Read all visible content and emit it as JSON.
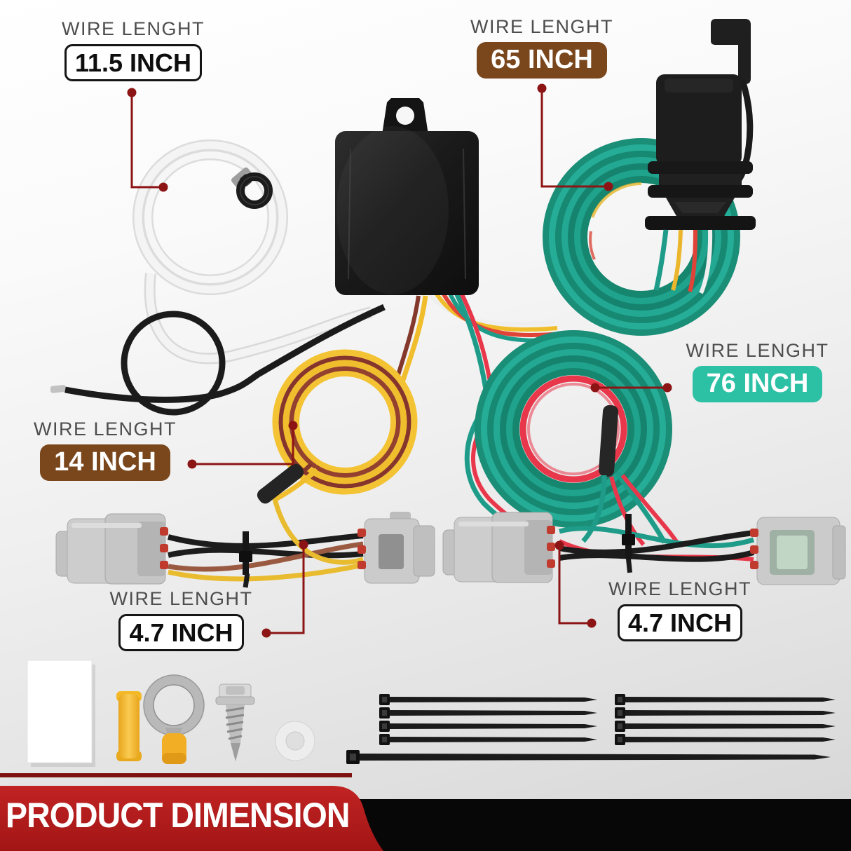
{
  "banner": {
    "text": "PRODUCT DIMENSION",
    "bg_color": "#B01C1C",
    "text_color": "#FFFFFF"
  },
  "labels": {
    "wire_11_5": {
      "title": "WIRE LENGHT",
      "value": "11.5 INCH",
      "style": "outline"
    },
    "wire_65": {
      "title": "WIRE LENGHT",
      "value": "65 INCH",
      "style": "brown"
    },
    "wire_76": {
      "title": "WIRE LENGHT",
      "value": "76 INCH",
      "style": "teal"
    },
    "wire_14": {
      "title": "WIRE LENGHT",
      "value": "14 INCH",
      "style": "brown"
    },
    "wire_4_7_left": {
      "title": "WIRE LENGHT",
      "value": "4.7 INCH",
      "style": "outline"
    },
    "wire_4_7_right": {
      "title": "WIRE LENGHT",
      "value": "4.7 INCH",
      "style": "outline"
    }
  },
  "colors": {
    "banner_red": "#B01C1C",
    "label_brown": "#7A471D",
    "label_teal": "#2CC0A4",
    "leader_red": "#8C1414",
    "wire_teal": "#1FA38D",
    "wire_yellow": "#F0BE2D",
    "wire_red": "#E8374A",
    "wire_maroon": "#8A3A2E",
    "connector_gray": "#C9C9C9"
  },
  "parts": {
    "module": "converter control module",
    "trailer_connector": "4-pin flat connector with dust cover",
    "coils": [
      "clear wire coil",
      "black ground wire",
      "yellow wire coil",
      "green wire coil 65in",
      "green wire coil 76in"
    ],
    "harnesses": [
      "left T-connector harness 4.7in",
      "right T-connector harness 4.7in"
    ],
    "hardware": [
      "instruction card",
      "butt connector",
      "ring terminal",
      "self-drilling screw",
      "nylon washer",
      "zip ties"
    ]
  }
}
